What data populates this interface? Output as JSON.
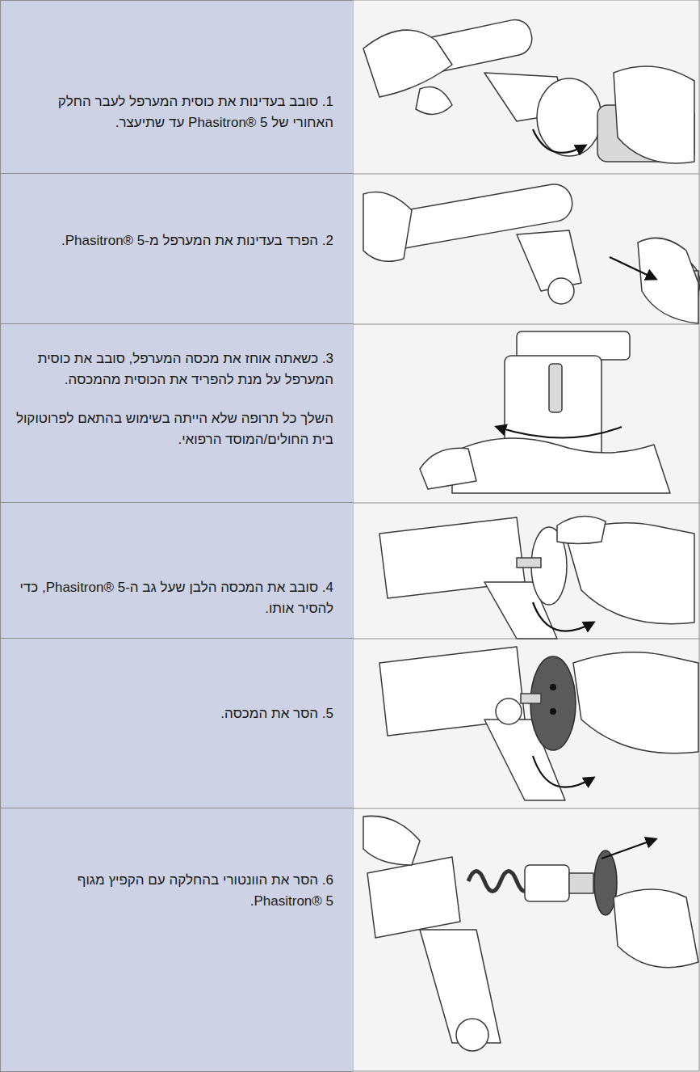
{
  "diagram": {
    "nodes": [
      {
        "text": [
          "1. סובב בעדינות את כוסית המערפל לעבר החלק האחורי של Phasitron® 5 עד שתיעצר."
        ]
      },
      {
        "text": [
          "2. הפרד בעדינות את המערפל מ-Phasitron® 5."
        ]
      },
      {
        "text": [
          "3. כשאתה אוחז את מכסה המערפל, סובב את כוסית המערפל על מנת להפריד את הכוסית מהמכסה.",
          "השלך כל תרופה שלא הייתה בשימוש בהתאם לפרוטוקול בית החולים/המוסד הרפואי."
        ]
      },
      {
        "text": [
          "4. סובב את המכסה הלבן שעל גב ה-Phasitron® 5, כדי להסיר אותו."
        ]
      },
      {
        "text": [
          "5. הסר את המכסה."
        ]
      },
      {
        "text": [
          "6. הסר את הוונטורי בהחלקה עם הקפיץ מגוף Phasitron® 5."
        ]
      }
    ]
  }
}
